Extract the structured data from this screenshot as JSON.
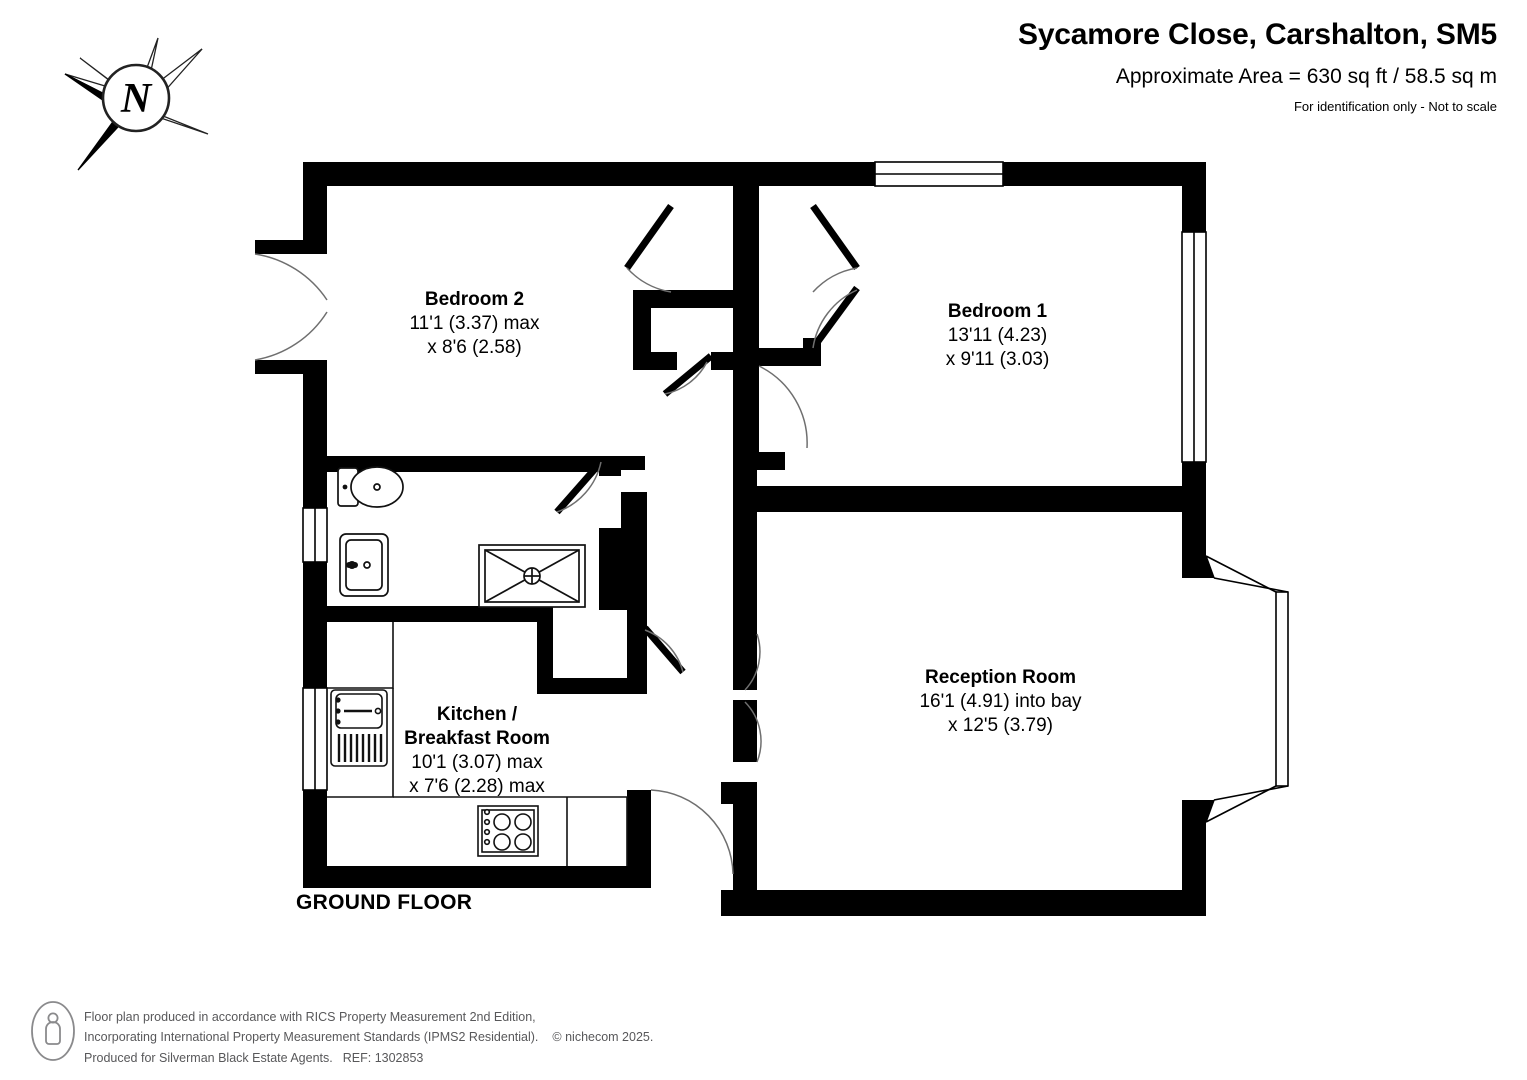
{
  "header": {
    "title": "Sycamore Close, Carshalton, SM5",
    "area": "Approximate Area = 630 sq ft / 58.5 sq m",
    "notice": "For identification only - Not to scale"
  },
  "compass": {
    "label": "N",
    "icon": "compass-rose-north-icon"
  },
  "plan": {
    "floor_label": "GROUND FLOOR",
    "rooms": [
      {
        "id": "bedroom-2",
        "name": "Bedroom 2",
        "dim1": "11'1 (3.37) max",
        "dim2": "x 8'6 (2.58)"
      },
      {
        "id": "bedroom-1",
        "name": "Bedroom 1",
        "dim1": "13'11 (4.23)",
        "dim2": "x 9'11 (3.03)"
      },
      {
        "id": "reception-room",
        "name": "Reception Room",
        "dim1": "16'1 (4.91) into bay",
        "dim2": "x 12'5 (3.79)"
      },
      {
        "id": "kitchen-breakfast-room",
        "name_line1": "Kitchen /",
        "name_line2": "Breakfast Room",
        "dim1": "10'1 (3.07) max",
        "dim2": "x 7'6 (2.28) max"
      }
    ],
    "fixtures": [
      "toilet-wc-icon",
      "wash-basin-icon",
      "bath-shower-tray-icon",
      "kitchen-sink-drainer-icon",
      "hob-cooktop-icon"
    ],
    "colors": {
      "wall": "#000000",
      "background": "#ffffff",
      "fixture_outline": "#1a1a1a",
      "door_arc": "#7a7a7a"
    }
  },
  "footer": {
    "line1": "Floor plan produced in accordance with RICS Property Measurement 2nd Edition,",
    "line2a": "Incorporating International Property Measurement Standards (IPMS2 Residential).",
    "line2b": "© nichecom 2025.",
    "line3a": "Produced for Silverman Black Estate Agents.",
    "line3b": "REF: 1302853",
    "icon": "person-information-icon"
  }
}
